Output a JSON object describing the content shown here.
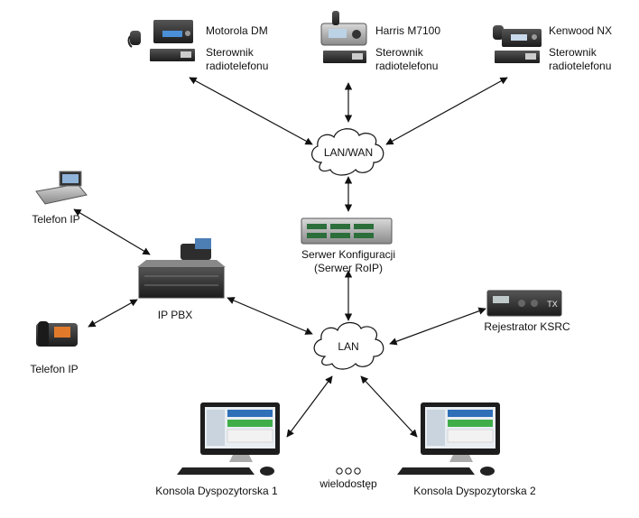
{
  "radios": [
    {
      "name": "Motorola DM",
      "controller": [
        "Sterownik",
        "radiotelefonu"
      ]
    },
    {
      "name": "Harris M7100",
      "controller": [
        "Sterownik",
        "radiotelefonu"
      ]
    },
    {
      "name": "Kenwood NX",
      "controller": [
        "Sterownik",
        "radiotelefonu"
      ]
    }
  ],
  "networks": {
    "wan": "LAN/WAN",
    "lan": "LAN"
  },
  "server": [
    "Serwer Konfiguracji",
    "(Serwer RoIP)"
  ],
  "pbx": "IP PBX",
  "phones": [
    "Telefon IP",
    "Telefon IP"
  ],
  "recorder": "Rejestrator KSRC",
  "consoles": [
    "Konsola Dyspozytorska 1",
    "Konsola Dyspozytorska 2"
  ],
  "multi_access": "wielodostęp",
  "device_badge": "TX",
  "colors": {
    "line": "#111111",
    "cloud": "#111111",
    "device_dark": "#2a2a2a",
    "screen_blue": "#2e6fb8",
    "screen_green": "#3fae49"
  }
}
